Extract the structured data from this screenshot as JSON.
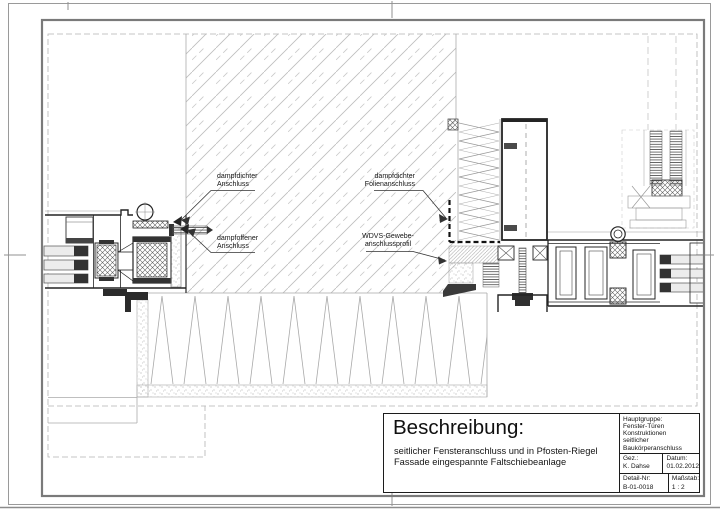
{
  "drawing": {
    "annotations": [
      {
        "line1": "dampfdichter",
        "line2": "Anschluss"
      },
      {
        "line1": "dampfoffener",
        "line2": "Anschluss"
      },
      {
        "line1": "dampfdichter",
        "line2": "Folienanschluss"
      },
      {
        "line1": "WDVS-Gewebe-",
        "line2": "anschlussprofil"
      }
    ]
  },
  "title_block": {
    "heading": "Beschreibung:",
    "description_line1": "seitlicher Fensteranschluss und in Pfosten-Riegel",
    "description_line2": "Fassade eingespannte Faltschiebeanlage",
    "hauptgruppe_label": "Hauptgruppe:",
    "hauptgruppe_line1": "Fenster-Türen",
    "hauptgruppe_line2": "Konstruktionen",
    "hauptgruppe_line3": "seitlicher",
    "hauptgruppe_line4": "Baukörperanschluss",
    "gez_label": "Gez.:",
    "gez_value": "K. Dahse",
    "datum_label": "Datum:",
    "datum_value": "01.02.2012",
    "detail_label": "Detail-Nr:",
    "detail_value": "B-01-0018",
    "massstab_label": "Maßstab:",
    "massstab_value": "1 : 2"
  },
  "colors": {
    "ink": "#1a1a1a",
    "frame_gray": "#7a7a7a",
    "hatch_light": "#bdbdbd",
    "dash_boundary": "#b4b4b4"
  }
}
